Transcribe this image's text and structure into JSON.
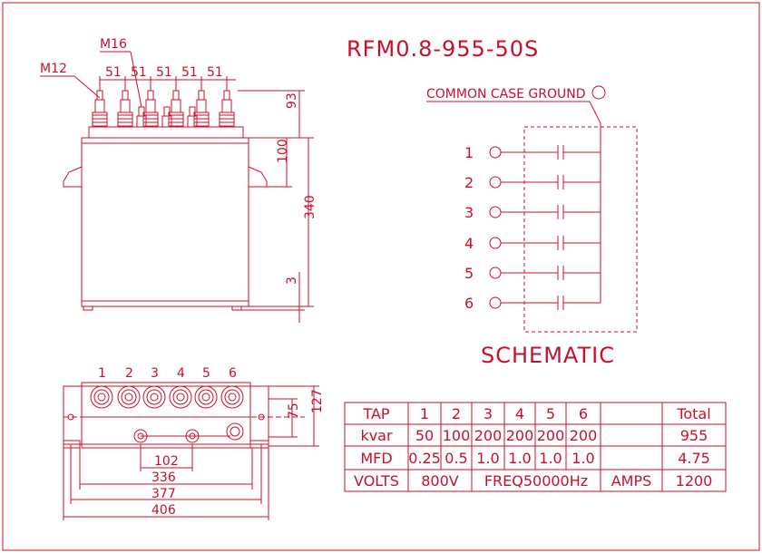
{
  "title": "RFM0.8-955-50S",
  "labels": {
    "m16": "M16",
    "m12": "M12",
    "common_ground": "COMMON  CASE GROUND",
    "schematic": "SCHEMATIC"
  },
  "dims_top": [
    "51",
    "51",
    "51",
    "51",
    "51"
  ],
  "dims_right": {
    "d93": "93",
    "d100": "100",
    "d340": "340",
    "d3": "3"
  },
  "bottom_view": {
    "terminals": [
      "1",
      "2",
      "3",
      "4",
      "5",
      "6"
    ],
    "d75": "75",
    "d127": "127",
    "d102": "102",
    "d336": "336",
    "d377": "377",
    "d406": "406"
  },
  "schematic_terminals": [
    "1",
    "2",
    "3",
    "4",
    "5",
    "6"
  ],
  "table": {
    "header": [
      "TAP",
      "1",
      "2",
      "3",
      "4",
      "5",
      "6",
      "",
      "Total"
    ],
    "kvar": [
      "kvar",
      "50",
      "100",
      "200",
      "200",
      "200",
      "200",
      "",
      "955"
    ],
    "mfd": [
      "MFD",
      "0.25",
      "0.5",
      "1.0",
      "1.0",
      "1.0",
      "1.0",
      "",
      "4.75"
    ],
    "volts": {
      "label": "VOLTS",
      "value": "800V",
      "freq": "FREQ50000Hz",
      "amps": "AMPS",
      "amps_value": "1200"
    }
  },
  "colors": {
    "line": "#c8102e",
    "background": "#ffffff"
  }
}
